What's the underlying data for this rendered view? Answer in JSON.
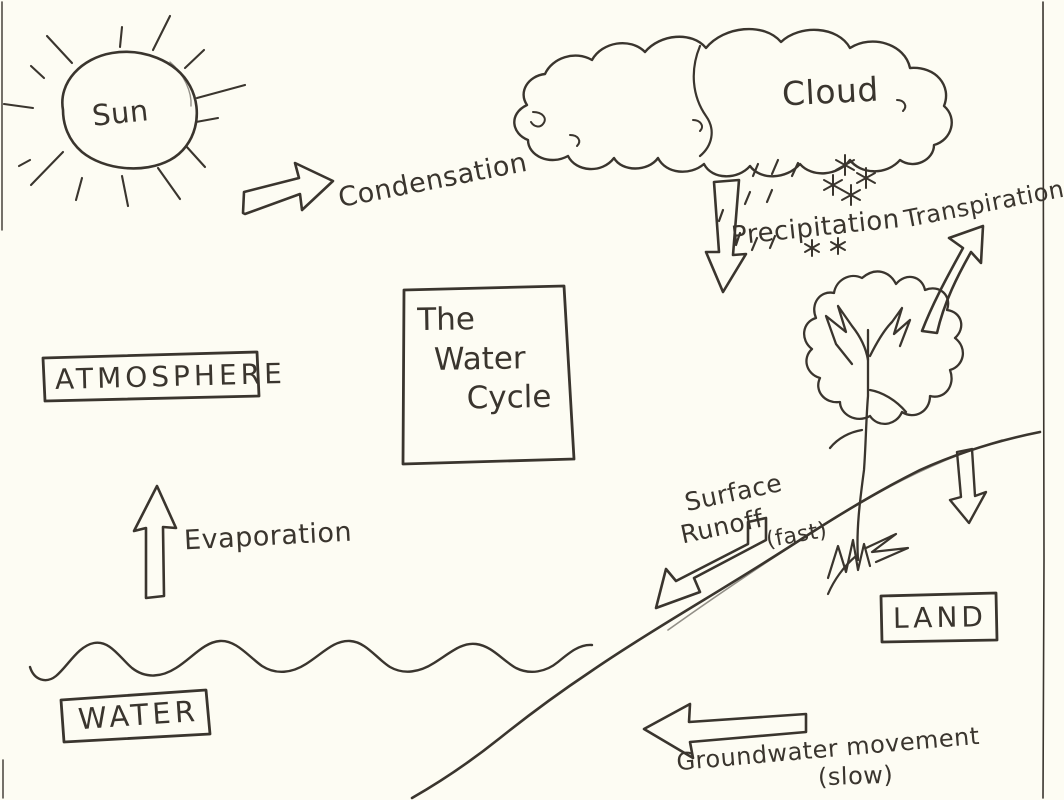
{
  "diagram": {
    "title_box": {
      "line1": "The",
      "line2": "Water",
      "line3": "Cycle"
    },
    "sun": {
      "label": "Sun"
    },
    "cloud": {
      "label": "Cloud"
    },
    "zone_labels": {
      "atmosphere": "ATMOSPHERE",
      "land": "LAND",
      "water": "WATER"
    },
    "processes": {
      "condensation": "Condensation",
      "precipitation": "Precipitation",
      "transpiration": "Transpiration",
      "evaporation": "Evaporation",
      "surface_runoff_line1": "Surface",
      "surface_runoff_line2": "Runoff",
      "surface_runoff_speed": "(fast)",
      "groundwater_line1": "Groundwater movement",
      "groundwater_line2": "(slow)"
    },
    "colors": {
      "paper": "#fdfcf3",
      "ink": "#3a352e"
    }
  }
}
